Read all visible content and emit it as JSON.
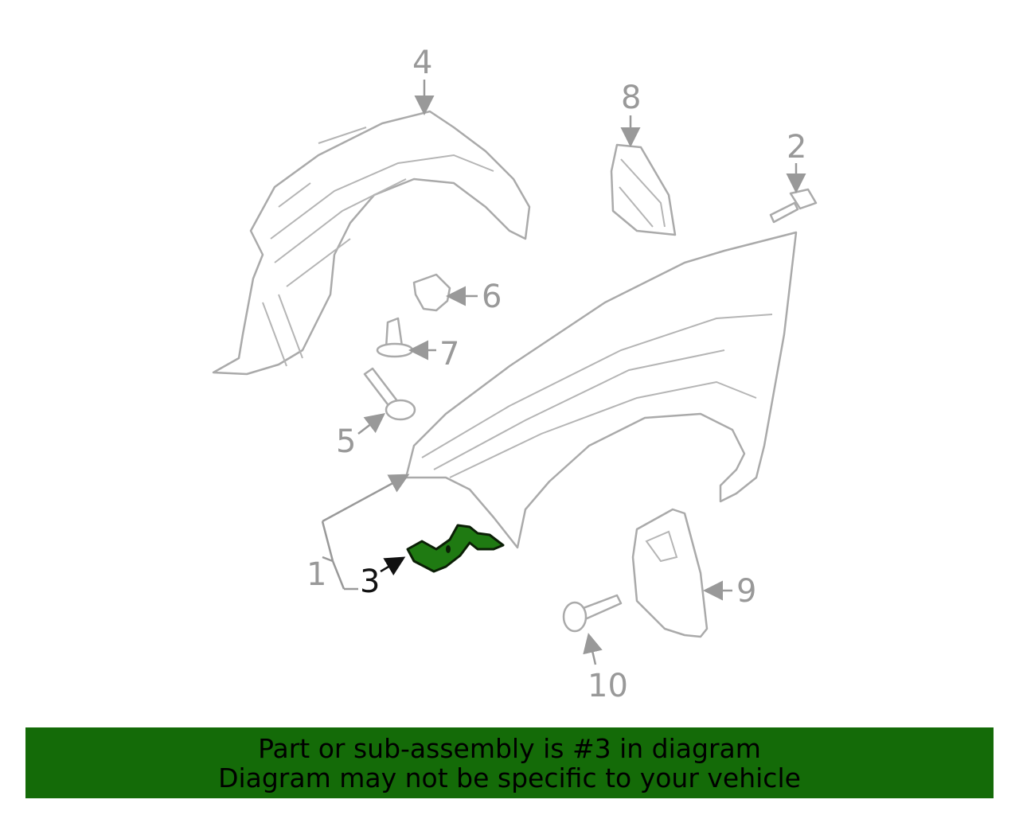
{
  "callouts": {
    "c1": "1",
    "c2": "2",
    "c3": "3",
    "c4": "4",
    "c5": "5",
    "c6": "6",
    "c7": "7",
    "c8": "8",
    "c9": "9",
    "c10": "10"
  },
  "highlight_part": "3",
  "colors": {
    "highlight": "#1f7a12",
    "banner": "#146b08",
    "linework": "#aaaaaa"
  },
  "banner": {
    "line1": "Part or sub-assembly is #3 in diagram",
    "line2": "Diagram may not be specific to your vehicle"
  }
}
